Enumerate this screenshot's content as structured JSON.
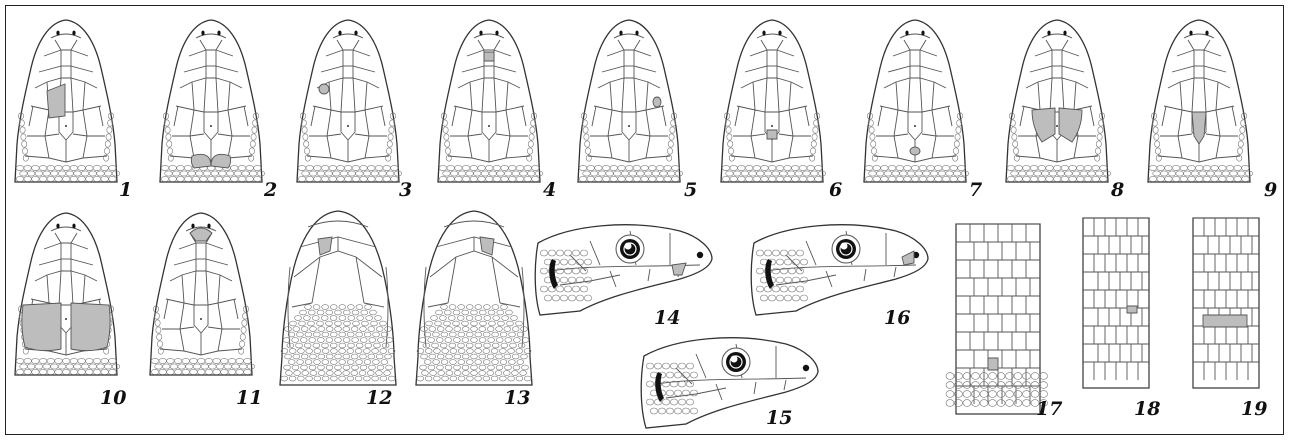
{
  "figures": [
    {
      "id": "1",
      "label": "1",
      "kind": "dorsal-head",
      "shade": "frontonasal-left"
    },
    {
      "id": "2",
      "label": "2",
      "kind": "dorsal-head",
      "shade": "occipital-pair"
    },
    {
      "id": "3",
      "label": "3",
      "kind": "dorsal-head",
      "shade": "small-left"
    },
    {
      "id": "4",
      "label": "4",
      "kind": "dorsal-head",
      "shade": "small-top"
    },
    {
      "id": "5",
      "label": "5",
      "kind": "dorsal-head",
      "shade": "small-right"
    },
    {
      "id": "6",
      "label": "6",
      "kind": "dorsal-head",
      "shade": "small-center"
    },
    {
      "id": "7",
      "label": "7",
      "kind": "dorsal-head",
      "shade": "small-rear"
    },
    {
      "id": "8",
      "label": "8",
      "kind": "dorsal-head",
      "shade": "parietal-pair"
    },
    {
      "id": "9",
      "label": "9",
      "kind": "dorsal-head",
      "shade": "interparietal"
    },
    {
      "id": "10",
      "label": "10",
      "kind": "dorsal-head",
      "shade": "large-parietals"
    },
    {
      "id": "11",
      "label": "11",
      "kind": "dorsal-head",
      "shade": "rostral"
    },
    {
      "id": "12",
      "label": "12",
      "kind": "ventral-head",
      "shade": "chin-left"
    },
    {
      "id": "13",
      "label": "13",
      "kind": "ventral-head",
      "shade": "chin-right"
    },
    {
      "id": "14",
      "label": "14",
      "kind": "lateral-head",
      "shade": "loreal"
    },
    {
      "id": "15",
      "label": "15",
      "kind": "lateral-head",
      "shade": "none"
    },
    {
      "id": "16",
      "label": "16",
      "kind": "lateral-head",
      "shade": "nasal"
    },
    {
      "id": "17",
      "label": "17",
      "kind": "ventral-body",
      "shade": "vent-scale"
    },
    {
      "id": "18",
      "label": "18",
      "kind": "ventral-body",
      "shade": "mid-scale"
    },
    {
      "id": "19",
      "label": "19",
      "kind": "ventral-body",
      "shade": "paired-scales"
    }
  ]
}
